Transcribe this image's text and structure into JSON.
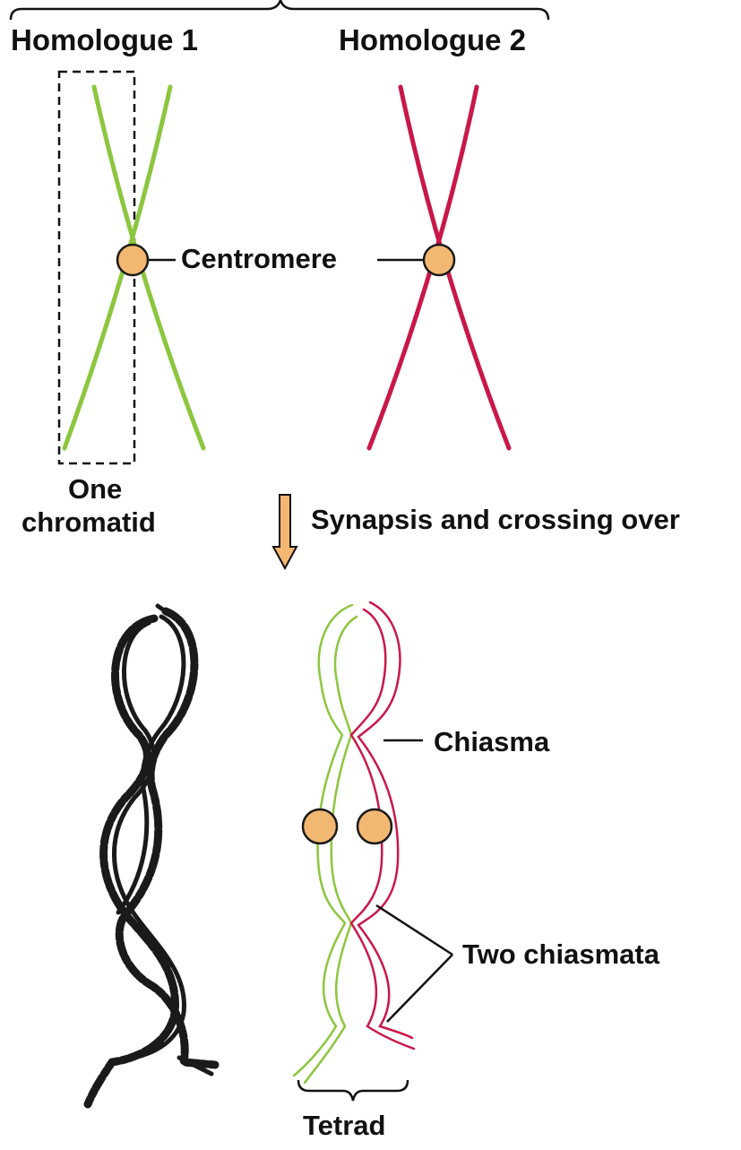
{
  "labels": {
    "homologue_1": "Homologue 1",
    "homologue_2": "Homologue 2",
    "centromere": "Centromere",
    "one_chromatid_line1": "One",
    "one_chromatid_line2": "chromatid",
    "synapsis": "Synapsis and crossing over",
    "chiasma": "Chiasma",
    "two_chiasmata": "Two chiasmata",
    "tetrad": "Tetrad"
  },
  "colors": {
    "homologue_1": "#8cc63f",
    "homologue_2": "#c8184a",
    "centromere_fill": "#f2b872",
    "centromere_stroke": "#1a1a1a",
    "arrow_fill": "#f2b872",
    "micrograph": "#1a1a1a",
    "leader_lines": "#111111"
  }
}
